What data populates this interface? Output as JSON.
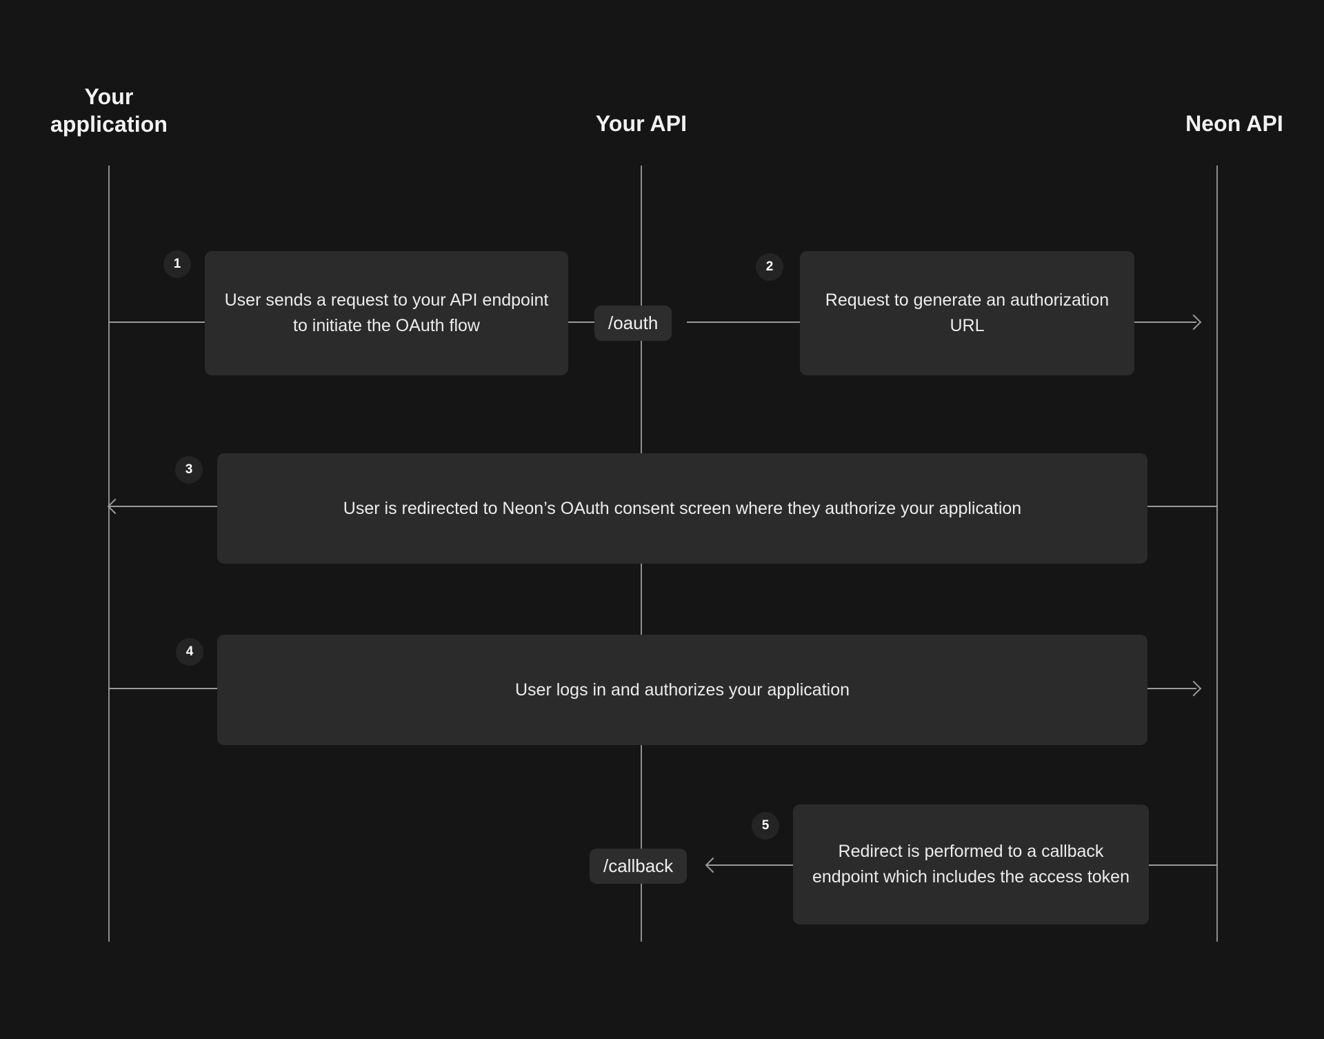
{
  "diagram": {
    "title": "Neon OAuth flow sequence diagram",
    "background_color": "#151516",
    "box_color": "#2b2b2b",
    "line_color": "#9a9a9a",
    "text_color": "#ececec"
  },
  "participants": [
    {
      "id": "your-application",
      "label": "Your\napplication"
    },
    {
      "id": "your-api",
      "label": "Your API"
    },
    {
      "id": "neon-api",
      "label": "Neon API"
    }
  ],
  "steps": [
    {
      "number": "1",
      "text": "User sends a request to your API endpoint to initiate the OAuth flow",
      "from": "your-application",
      "to": "your-api"
    },
    {
      "number": "2",
      "text": "Request to generate an authorization URL",
      "from": "your-api",
      "to": "neon-api"
    },
    {
      "number": "3",
      "text": "User is redirected to Neon’s OAuth consent screen where they authorize your application",
      "from": "neon-api",
      "to": "your-application"
    },
    {
      "number": "4",
      "text": "User logs in and authorizes your application",
      "from": "your-application",
      "to": "neon-api"
    },
    {
      "number": "5",
      "text": "Redirect is performed to a callback endpoint which includes the access token",
      "from": "neon-api",
      "to": "your-api"
    }
  ],
  "endpoints": [
    {
      "id": "oauth",
      "label": "/oauth"
    },
    {
      "id": "callback",
      "label": "/callback"
    }
  ]
}
